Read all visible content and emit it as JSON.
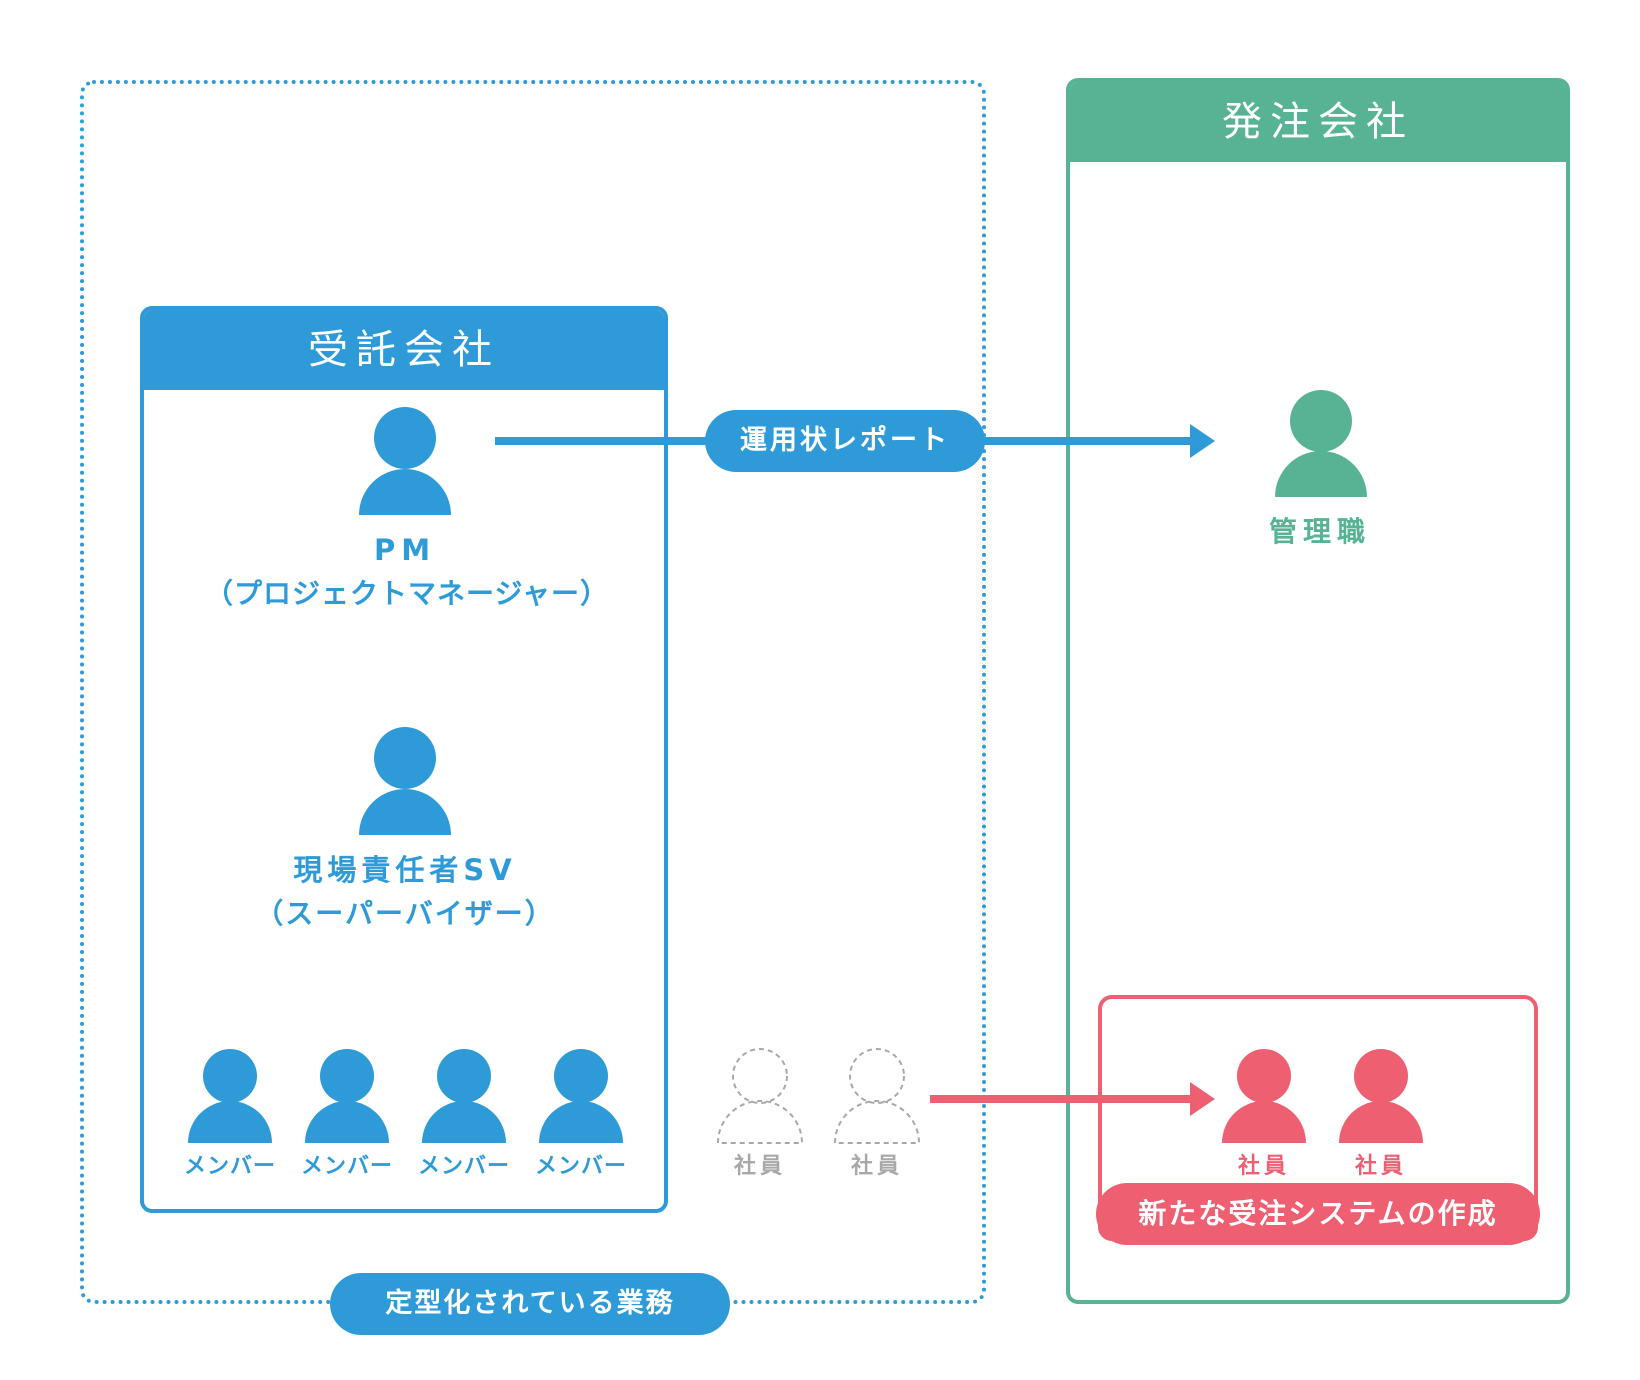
{
  "contractor": {
    "title": "受託会社"
  },
  "client": {
    "title": "発注会社"
  },
  "report_label": "運用状レポート",
  "routine_label": "定型化されている業務",
  "new_system_label": "新たな受注システムの作成",
  "pm": {
    "line1": "PM",
    "line2": "（プロジェクトマネージャー）"
  },
  "sv": {
    "line1": "現場責任者SV",
    "line2": "（スーパーバイザー）"
  },
  "manager": {
    "label": "管理職"
  },
  "members": [
    "メンバー",
    "メンバー",
    "メンバー",
    "メンバー"
  ],
  "outsourced_employees": [
    "社員",
    "社員"
  ],
  "client_employees": [
    "社員",
    "社員"
  ],
  "colors": {
    "blue": "#2e9bd8",
    "green": "#57b394",
    "red": "#ef5f72",
    "gray": "#a8a8a8"
  }
}
